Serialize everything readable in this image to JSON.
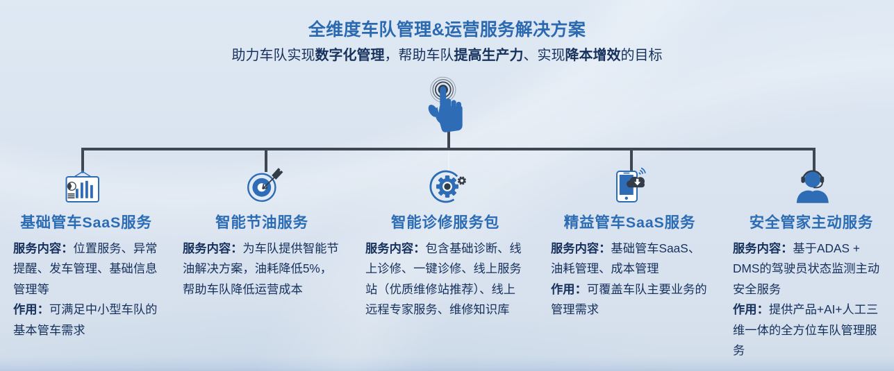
{
  "colors": {
    "background": "#dbe5f1",
    "title_blue": "#2b69b1",
    "heading_blue": "#2c6cb4",
    "icon_blue": "#2e6db6",
    "body_navy": "#16305c",
    "connector_dark": "#3f4852",
    "icon_dark": "#333d49"
  },
  "header": {
    "title": "全维度车队管理&运营服务解决方案",
    "subtitle_segments": [
      {
        "text": "助力车队实现",
        "bold": false
      },
      {
        "text": "数字化管理",
        "bold": true
      },
      {
        "text": "，帮助车队",
        "bold": false
      },
      {
        "text": "提高生产力",
        "bold": true
      },
      {
        "text": "、实现",
        "bold": false
      },
      {
        "text": "降本增效",
        "bold": true
      },
      {
        "text": "的目标",
        "bold": false
      }
    ]
  },
  "tap_icon": "tap-hand-icon",
  "columns": [
    {
      "icon": "presentation-board-chart-icon",
      "title": "基础管车SaaS服务",
      "paragraphs": [
        [
          {
            "text": "服务内容：",
            "bold": true
          },
          {
            "text": "位置服务、异常提醒、发车管理、基础信息管理等",
            "bold": false
          }
        ],
        [
          {
            "text": "作用：",
            "bold": true
          },
          {
            "text": "可满足中小型车队的基本管车需求",
            "bold": false
          }
        ]
      ]
    },
    {
      "icon": "target-arrow-icon",
      "title": "智能节油服务",
      "paragraphs": [
        [
          {
            "text": "服务内容：",
            "bold": true
          },
          {
            "text": "为车队提供智能节油解决方案，油耗降低5%，帮助车队降低运营成本",
            "bold": false
          }
        ]
      ]
    },
    {
      "icon": "gears-icon",
      "title": "智能诊修服务包",
      "paragraphs": [
        [
          {
            "text": "服务内容：",
            "bold": true
          },
          {
            "text": "包含基础诊断、线上诊修、一键诊修、线上服务站（优质维修站推荐）、线上远程专家服务、维修知识库",
            "bold": false
          }
        ]
      ]
    },
    {
      "icon": "phone-cloud-download-icon",
      "title": "精益管车SaaS服务",
      "paragraphs": [
        [
          {
            "text": "服务内容：",
            "bold": true
          },
          {
            "text": "基础管车SaaS、油耗管理、成本管理",
            "bold": false
          }
        ],
        [
          {
            "text": "作用：",
            "bold": true
          },
          {
            "text": "可覆盖车队主要业务的管理需求",
            "bold": false
          }
        ]
      ]
    },
    {
      "icon": "support-agent-headset-icon",
      "title": "安全管家主动服务",
      "paragraphs": [
        [
          {
            "text": "服务内容：",
            "bold": true
          },
          {
            "text": "基于ADAS + DMS的驾驶员状态监测主动安全服务",
            "bold": false
          }
        ],
        [
          {
            "text": "作用：",
            "bold": true
          },
          {
            "text": "提供产品+AI+人工三维一体的全方位车队管理服务",
            "bold": false
          }
        ]
      ]
    }
  ]
}
